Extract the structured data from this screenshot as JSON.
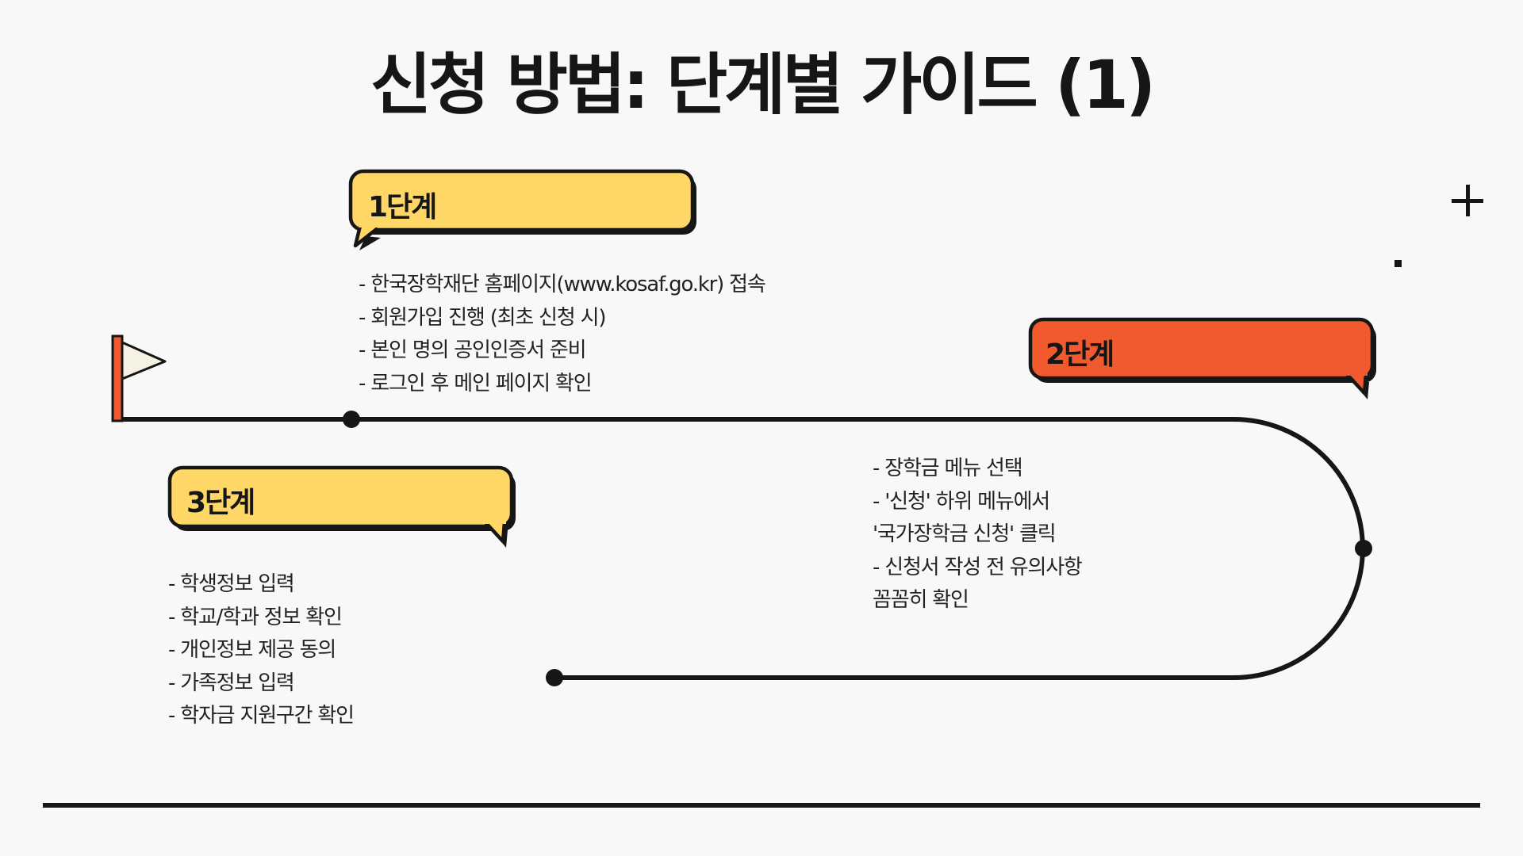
{
  "title": "신청 방법: 단계별 가이드 (1)",
  "colors": {
    "background": "#F8F8F8",
    "yellow_bubble": "#FFD766",
    "orange_bubble": "#F15A2E",
    "outline": "#161616",
    "flag_pole": "#F15A2E",
    "flag_cloth": "#F5F2E3"
  },
  "decorations": [
    "flag-icon",
    "plus-icon",
    "dot-icon"
  ],
  "steps": [
    {
      "label": "1단계",
      "items": [
        "- 한국장학재단 홈페이지(www.kosaf.go.kr) 접속",
        "- 회원가입 진행 (최초 신청 시)",
        "- 본인 명의 공인인증서 준비",
        "- 로그인 후 메인 페이지 확인"
      ]
    },
    {
      "label": "2단계",
      "items": [
        "- 장학금 메뉴 선택",
        "- '신청' 하위 메뉴에서",
        "'국가장학금 신청' 클릭",
        "- 신청서 작성 전 유의사항",
        "꼼꼼히 확인"
      ]
    },
    {
      "label": "3단계",
      "items": [
        "- 학생정보 입력",
        "- 학교/학과 정보 확인",
        "- 개인정보 제공 동의",
        "- 가족정보 입력",
        "- 학자금 지원구간 확인"
      ]
    }
  ]
}
